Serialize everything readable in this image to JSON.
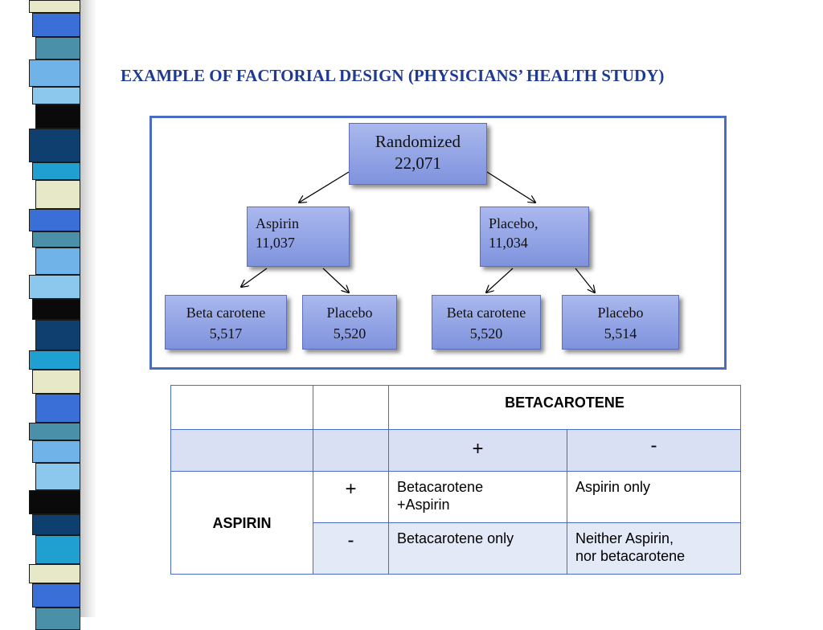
{
  "title": "EXAMPLE OF FACTORIAL DESIGN (PHYSICIANS’ HEALTH STUDY)",
  "tree": {
    "root": {
      "line1": "Randomized",
      "line2": "22,071"
    },
    "aspirin": {
      "line1": "Aspirin",
      "line2": "11,037"
    },
    "placebo": {
      "line1": "Placebo,",
      "line2": "11,034"
    },
    "leaves": [
      {
        "line1": "Beta carotene",
        "line2": "5,517"
      },
      {
        "line1": "Placebo",
        "line2": "5,520"
      },
      {
        "line1": "Beta carotene",
        "line2": "5,520"
      },
      {
        "line1": "Placebo",
        "line2": "5,514"
      }
    ]
  },
  "table": {
    "column_header": "BETACAROTENE",
    "row_header": "ASPIRIN",
    "plus": "+",
    "minus": "-",
    "cells": {
      "plus_plus": {
        "line1": "Betacarotene",
        "line2": "+Aspirin"
      },
      "plus_minus": {
        "line1": "Aspirin only",
        "line2": ""
      },
      "minus_plus": {
        "line1": "Betacarotene only",
        "line2": ""
      },
      "minus_minus": {
        "line1": "Neither  Aspirin,",
        "line2": "nor betacarotene"
      }
    }
  },
  "colors": {
    "title": "#1f3a93",
    "frame": "#4a6cc4",
    "node_fill": "#8ea0e4",
    "table_band": "#d9e0f4"
  }
}
